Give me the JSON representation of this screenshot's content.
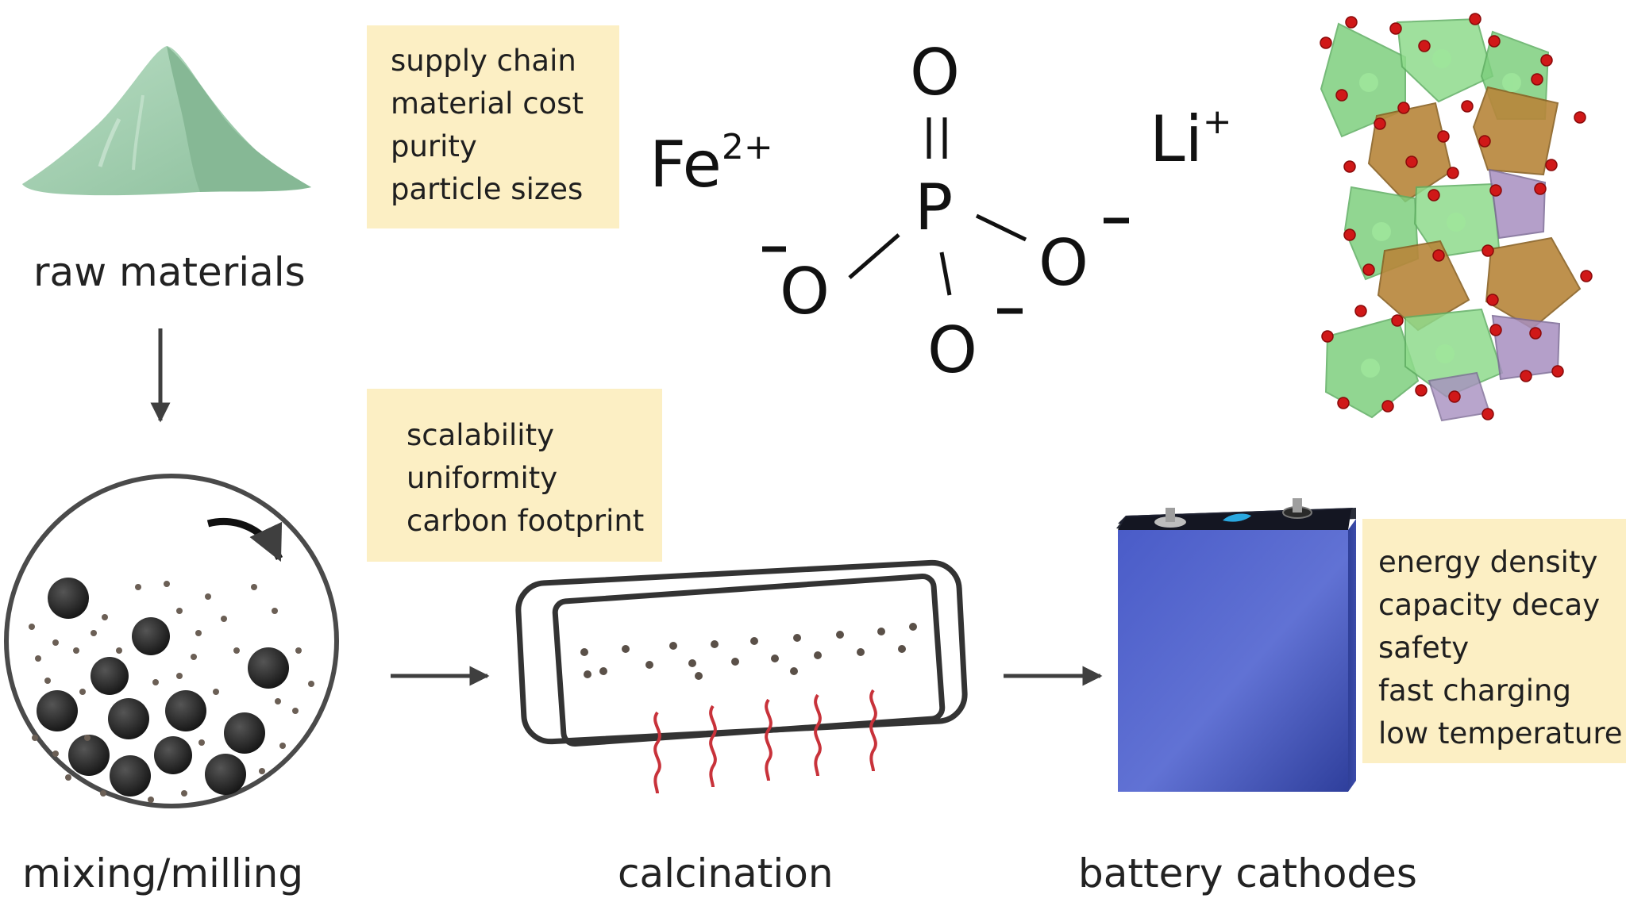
{
  "stages": {
    "raw_materials": "raw materials",
    "mixing_milling": "mixing/milling",
    "calcination": "calcination",
    "battery_cathodes": "battery cathodes"
  },
  "notes": {
    "raw_materials": [
      "supply chain",
      "material cost",
      "purity",
      "particle sizes"
    ],
    "processing": [
      "scalability",
      "uniformity",
      "carbon footprint"
    ],
    "battery": [
      "energy density",
      "capacity decay",
      "safety",
      "fast charging",
      "low temperature"
    ]
  },
  "chemistry": {
    "fe_ion": {
      "symbol": "Fe",
      "charge": "2+"
    },
    "li_ion": {
      "symbol": "Li",
      "charge": "+"
    },
    "phosphate": {
      "central_atom": "P",
      "double_bonded_oxygen": "O",
      "oxygen_left": "O",
      "oxygen_right": "O",
      "oxygen_bottom": "O"
    }
  },
  "colors": {
    "note_background": "#fcefc4",
    "arrow": "#3f3f3f",
    "heat_waves": "#c8323a",
    "battery_body": "#3f51b8",
    "powder_pile": "#9ccaa8",
    "octahedra_green": "#7ecf7e",
    "octahedra_brown": "#b8863a",
    "oxygen_red": "#d01818"
  },
  "icons": [
    "powder-pile-icon",
    "ball-mill-icon",
    "furnace-icon",
    "prismatic-cell-icon",
    "olivine-crystal-structure-icon"
  ]
}
